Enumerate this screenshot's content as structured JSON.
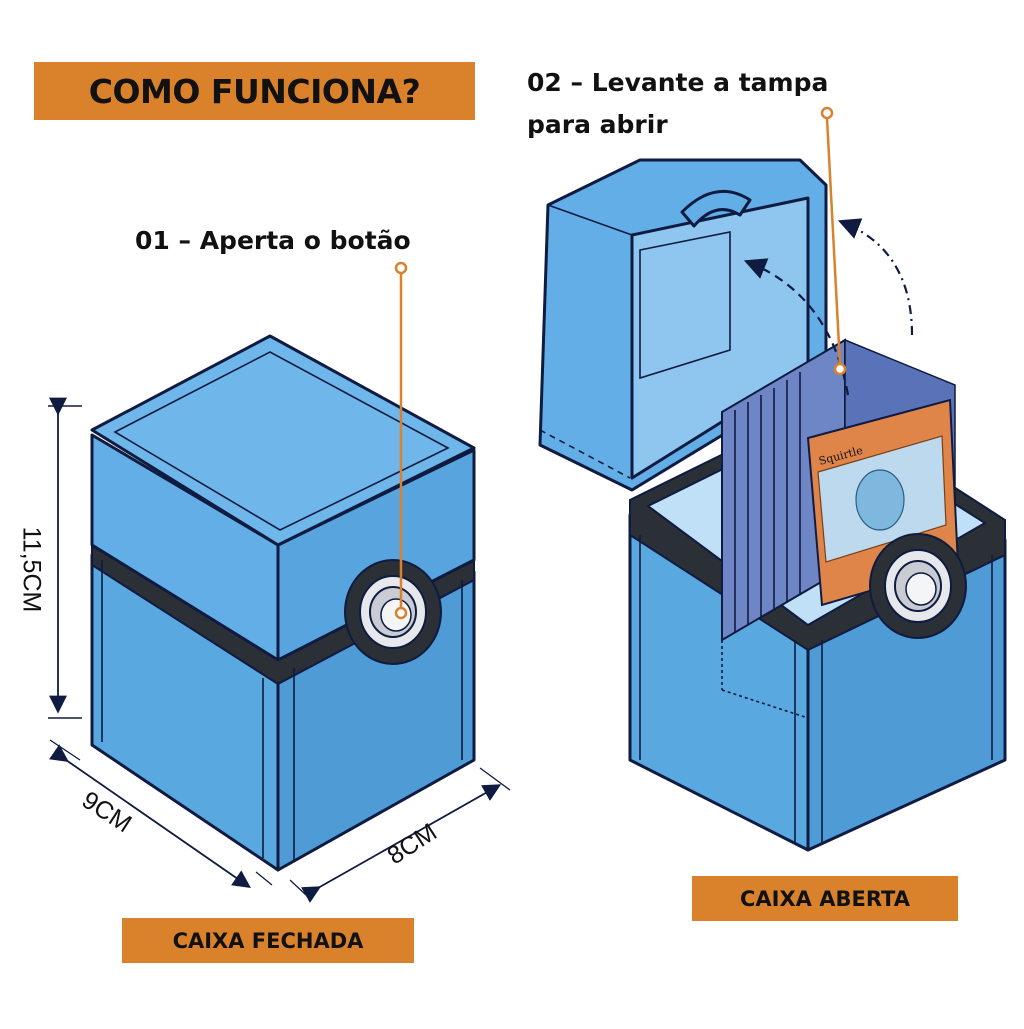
{
  "title": "COMO FUNCIONA?",
  "steps": {
    "step1": "01 – Aperta o botão",
    "step2_line1": "02 – Levante a tampa",
    "step2_line2": "para abrir"
  },
  "dimensions": {
    "height": "11,5CM",
    "depth": "9CM",
    "width": "8CM"
  },
  "labels": {
    "closed": "CAIXA FECHADA",
    "open": "CAIXA ABERTA"
  },
  "card_name": "Squirtle",
  "colors": {
    "box_blue": "#63aee6",
    "band_dark": "#2b2f36",
    "tag_orange": "#d9822b",
    "outline_navy": "#0f1b40"
  }
}
